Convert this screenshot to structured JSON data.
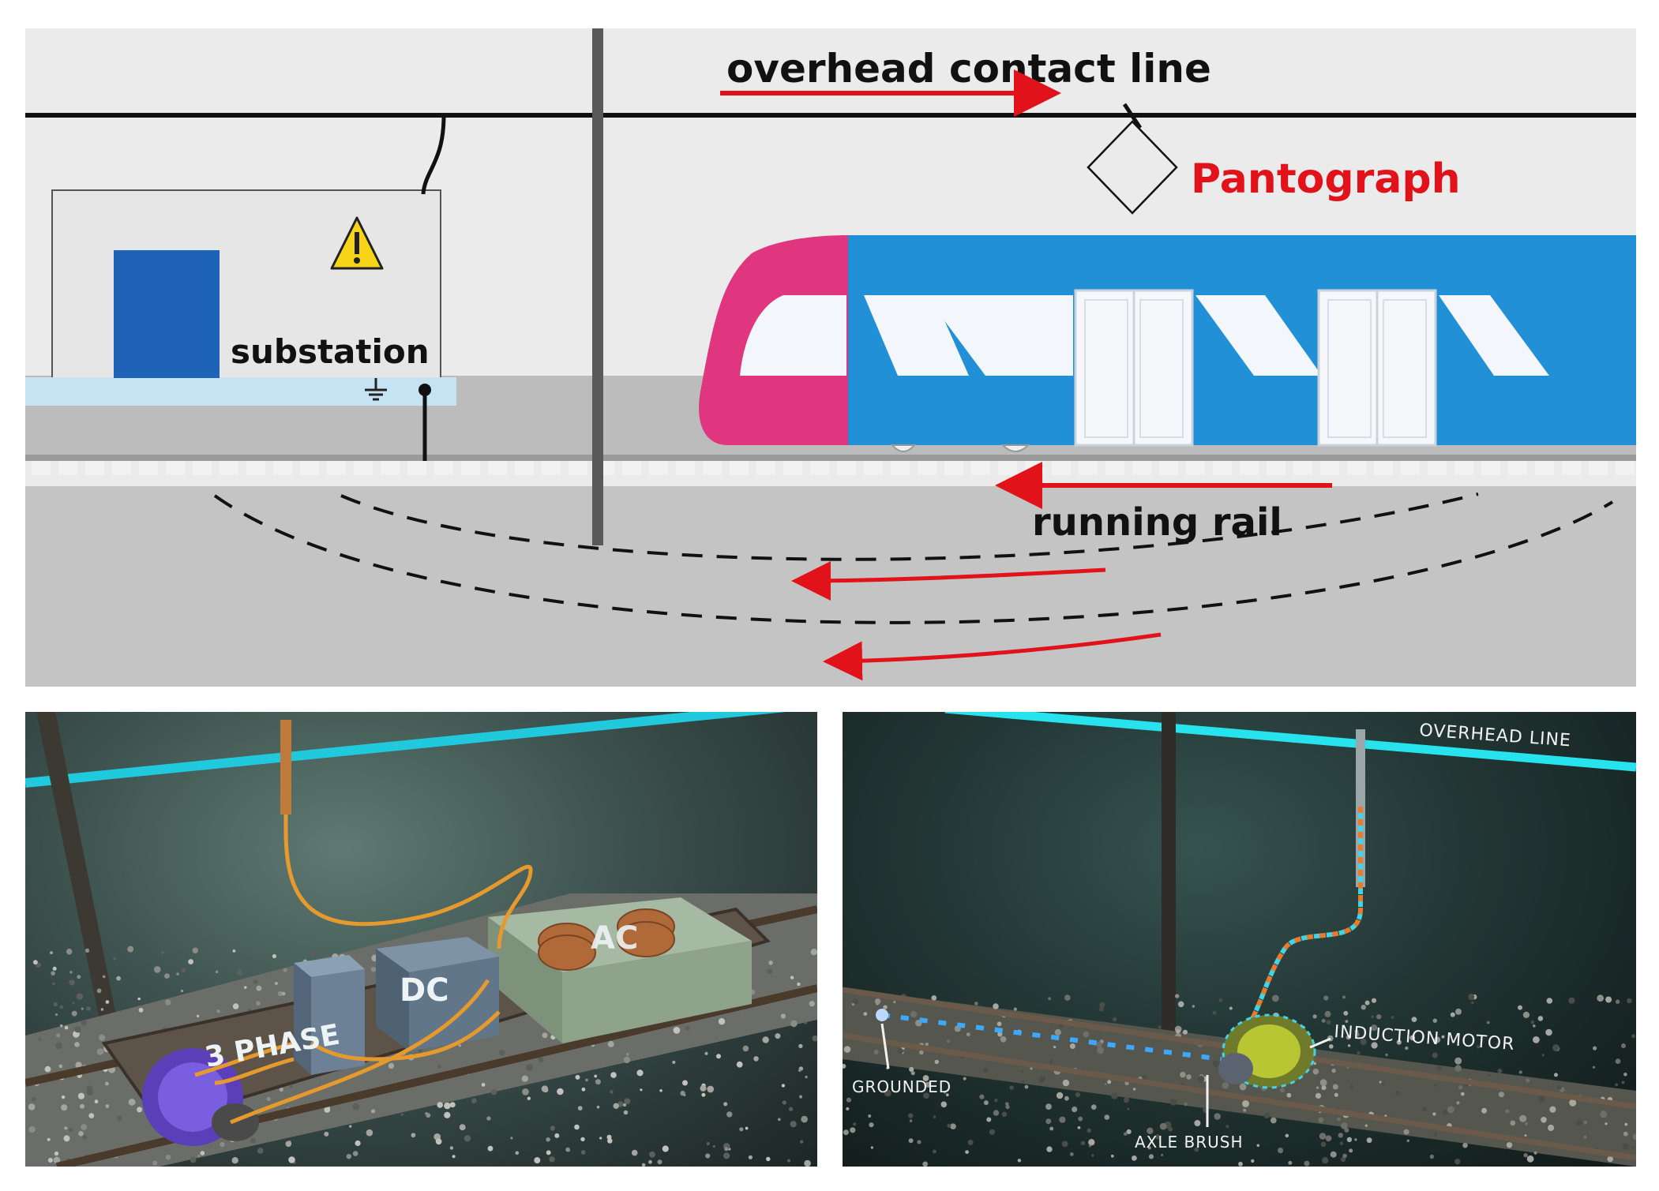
{
  "diagram_top": {
    "labels": {
      "overhead_contact_line": "overhead contact line",
      "pantograph": "Pantograph",
      "substation": "substation",
      "running_rail": "running rail"
    },
    "colors": {
      "current_arrow": "#e1121a",
      "train_body": "#2190d6",
      "train_nose": "#e0357f",
      "substation_door": "#1e63b8",
      "warning_sign": "#f7d417"
    }
  },
  "render_bottom_left": {
    "labels": {
      "three_phase": "3 PHASE",
      "dc": "DC",
      "ac": "AC"
    },
    "colors": {
      "overhead_line": "#21c9dd",
      "cable": "#e69a2e"
    }
  },
  "render_bottom_right": {
    "labels": {
      "overhead_line": "OVERHEAD LINE",
      "induction_motor": "INDUCTION MOTOR",
      "grounded": "GROUNDED",
      "axle_brush": "AXLE BRUSH"
    },
    "colors": {
      "overhead_line": "#27e3ee",
      "current_dots": "#3aa9ff"
    }
  }
}
